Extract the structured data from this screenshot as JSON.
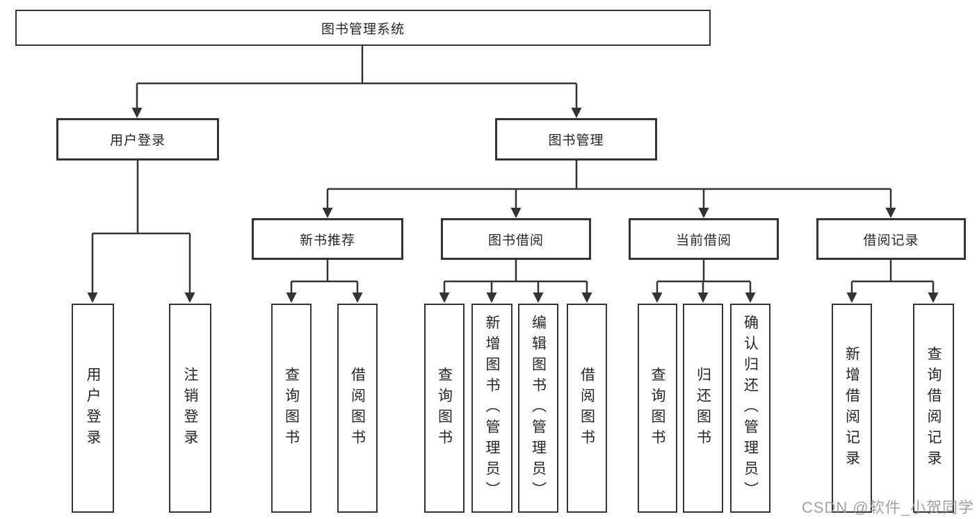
{
  "tree": {
    "root": "图书管理系统",
    "branches": [
      {
        "label": "用户登录",
        "children": [
          "用户登录",
          "注销登录"
        ]
      },
      {
        "label": "图书管理",
        "children": [
          {
            "label": "新书推荐",
            "children": [
              "查询图书",
              "借阅图书"
            ]
          },
          {
            "label": "图书借阅",
            "children": [
              "查询图书",
              "新增图书（管理员）",
              "编辑图书（管理员）",
              "借阅图书"
            ]
          },
          {
            "label": "当前借阅",
            "children": [
              "查询图书",
              "归还图书",
              "确认归还（管理员）"
            ]
          },
          {
            "label": "借阅记录",
            "children": [
              "新增借阅记录",
              "查询借阅记录"
            ]
          }
        ]
      }
    ]
  },
  "watermark": "CSDN @软件_小贺同学",
  "colors": {
    "line": "#333333",
    "box_border": "#333333",
    "text": "#262626",
    "watermark": "#97989d",
    "background": "#ffffff"
  }
}
